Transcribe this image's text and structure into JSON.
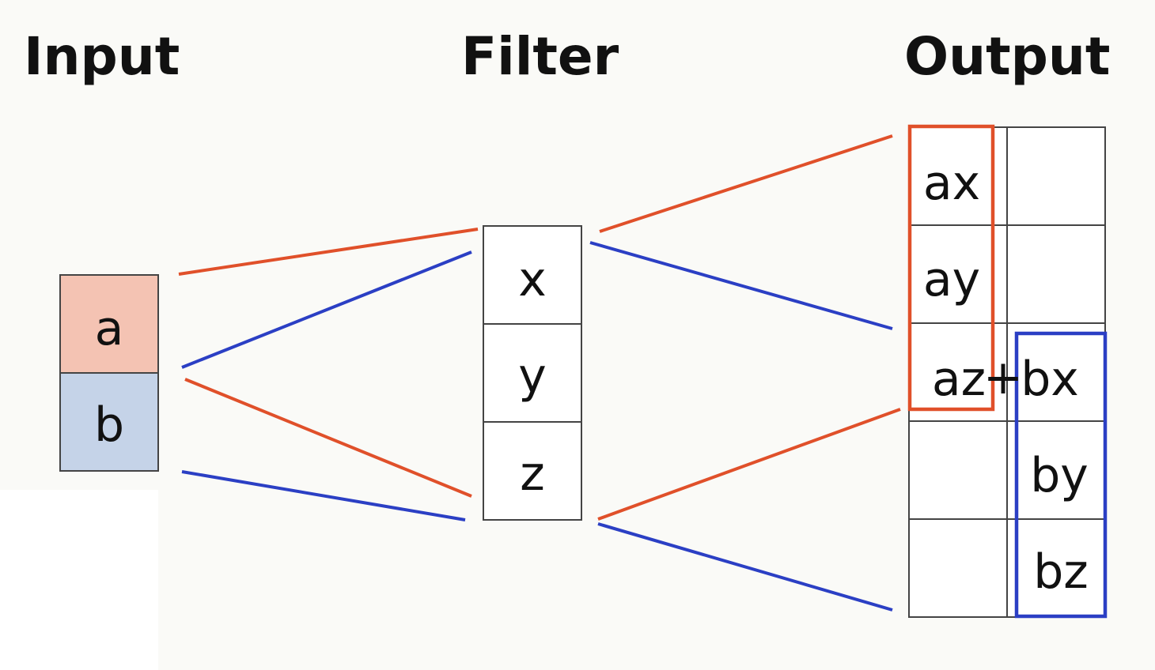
{
  "headings": {
    "input": "Input",
    "filter": "Filter",
    "output": "Output"
  },
  "input": {
    "cells": [
      "a",
      "b"
    ]
  },
  "filter": {
    "cells": [
      "x",
      "y",
      "z"
    ]
  },
  "output": {
    "left_column": [
      "ax",
      "ay",
      "az",
      "",
      ""
    ],
    "right_column": [
      "",
      "",
      "bx",
      "by",
      "bz"
    ],
    "plus": "+"
  },
  "colors": {
    "input_a_fill": "#f4c3b3",
    "input_b_fill": "#c5d3e8",
    "red": "#e0502a",
    "blue": "#2b3fc4",
    "cell_border": "#444444",
    "text": "#111111",
    "background": "#fafaf7"
  }
}
